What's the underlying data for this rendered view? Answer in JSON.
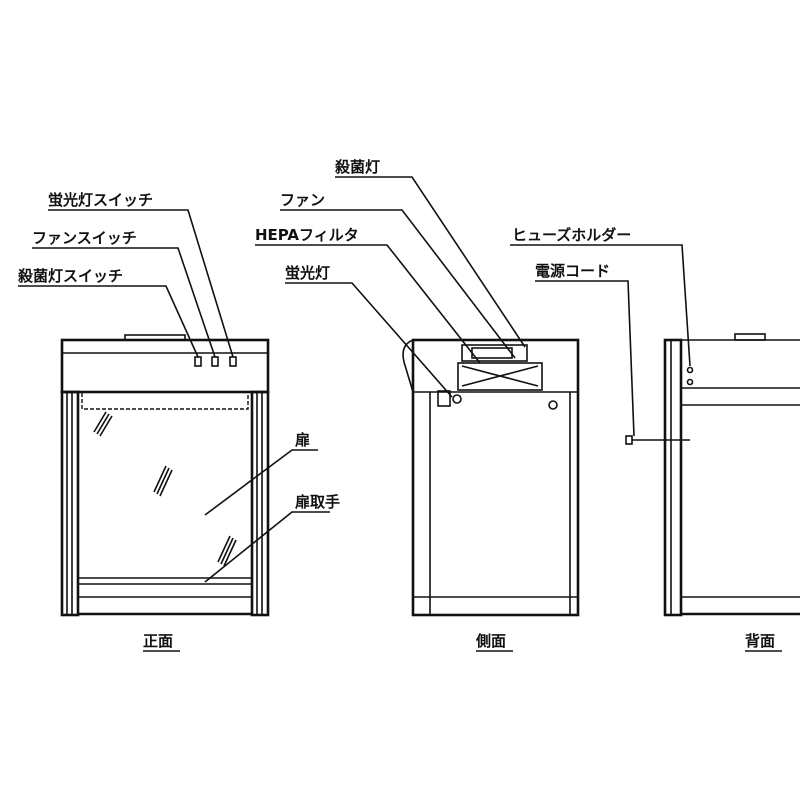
{
  "labels": {
    "fluorescent_switch": "蛍光灯スイッチ",
    "fan_switch": "ファンスイッチ",
    "germicidal_switch": "殺菌灯スイッチ",
    "door": "扉",
    "door_handle": "扉取手",
    "germicidal_lamp": "殺菌灯",
    "fan": "ファン",
    "hepa_filter": "HEPAフィルタ",
    "fluorescent_lamp": "蛍光灯",
    "fuse_holder": "ヒューズホルダー",
    "power_cord": "電源コード"
  },
  "views": {
    "front": "正面",
    "side": "側面",
    "back": "背面"
  }
}
